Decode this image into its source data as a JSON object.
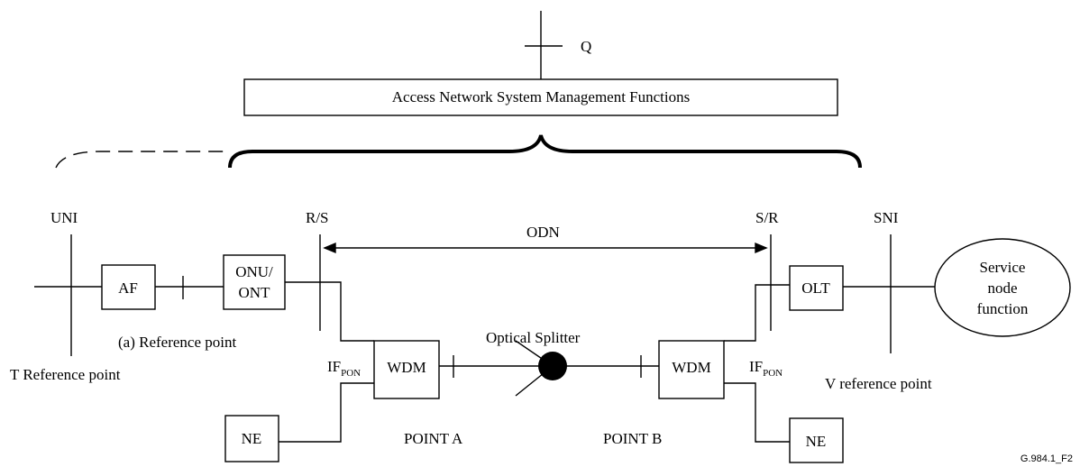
{
  "labels": {
    "q": "Q",
    "management": "Access Network System  Management Functions",
    "uni": "UNI",
    "rs": "R/S",
    "odn": "ODN",
    "sr": "S/R",
    "sni": "SNI",
    "af": "AF",
    "onu_line1": "ONU/",
    "onu_line2": "ONT",
    "olt": "OLT",
    "service_line1": "Service",
    "service_line2": "node",
    "service_line3": "function",
    "optical_splitter": "Optical Splitter",
    "a_reference_point": "(a) Reference point",
    "if_main": "IF",
    "if_sub": "PON",
    "wdm": "WDM",
    "t_reference_point": "T Reference point",
    "v_reference_point": "V reference point",
    "ne": "NE",
    "point_a": "POINT A",
    "point_b": "POINT B",
    "figure_id": "G.984.1_F2"
  }
}
